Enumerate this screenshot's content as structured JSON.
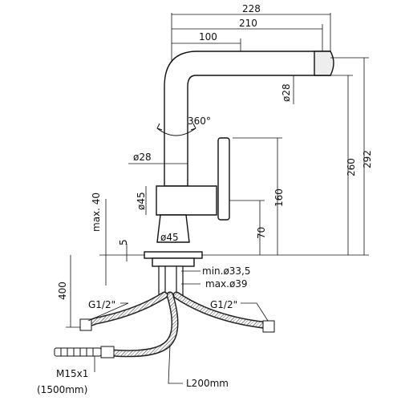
{
  "dimensions": {
    "overall_reach": "228",
    "spout_reach": "210",
    "spout_offset": "100",
    "spout_diameter": "ø28",
    "rotation": "360°",
    "body_diameter": "ø28",
    "base_diameter": "ø45",
    "collar_diameter": "ø45",
    "max_thickness": "max. 40",
    "gap": "5",
    "height_total": "292",
    "height_spout": "260",
    "handle_height": "160",
    "lever_height": "70",
    "hole_min": "min.ø33,5",
    "hole_max": "max.ø39",
    "hose_drop": "400",
    "thread_left": "G1/2\"",
    "thread_right": "G1/2\"",
    "inlet_thread": "M15x1",
    "inlet_length": "(1500mm)",
    "hose_length": "L200mm"
  }
}
